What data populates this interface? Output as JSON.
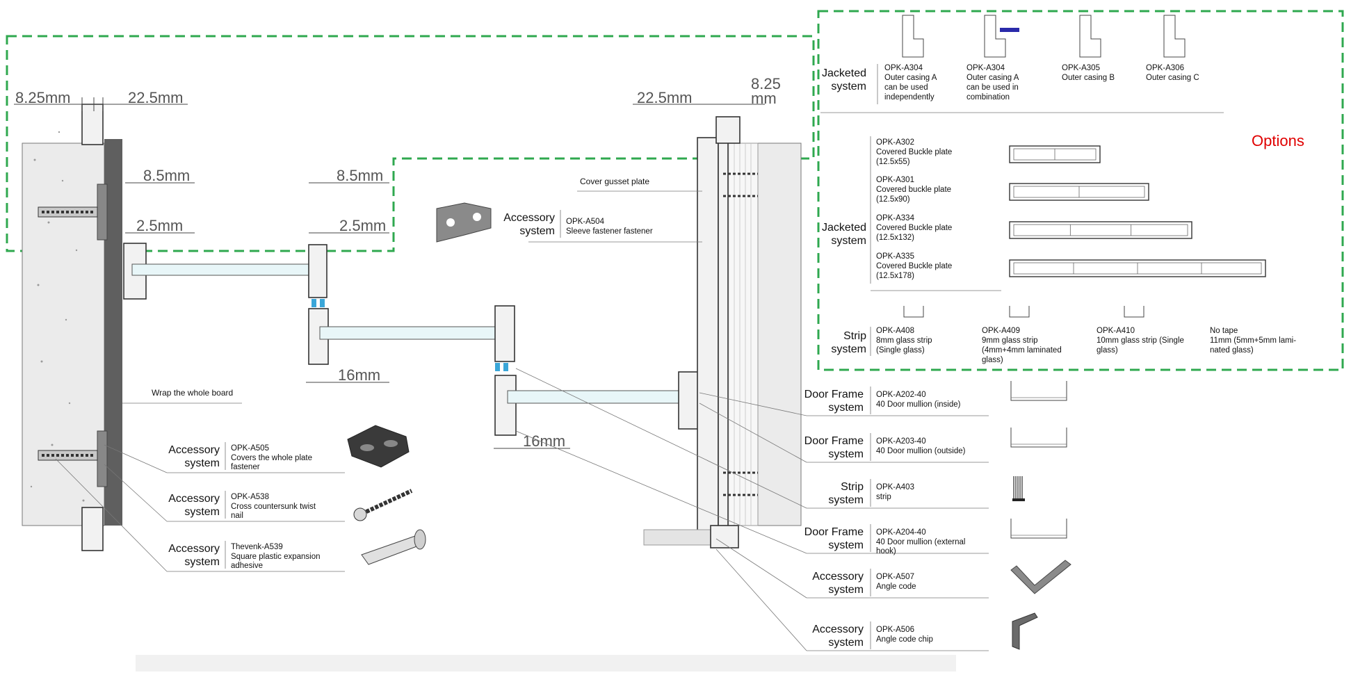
{
  "dimensions": {
    "left_825": "8.25mm",
    "left_225": "22.5mm",
    "left_85": "8.5mm",
    "left_25": "2.5mm",
    "mid_85": "8.5mm",
    "mid_25": "2.5mm",
    "mid_16a": "16mm",
    "mid_16b": "16mm",
    "right_225": "22.5mm",
    "right_825_l1": "8.25",
    "right_825_l2": "mm"
  },
  "labels": {
    "wrap_board": "Wrap the whole board",
    "cover_gusset": "Cover gusset plate",
    "options": "Options"
  },
  "accessory_a504": {
    "sys1": "Accessory",
    "sys2": "system",
    "code": "OPK-A504",
    "desc1": "Sleeve fastener fastener"
  },
  "left_callouts": [
    {
      "sys1": "Accessory",
      "sys2": "system",
      "code": "OPK-A505",
      "desc1": "Covers the whole plate",
      "desc2": "fastener"
    },
    {
      "sys1": "Accessory",
      "sys2": "system",
      "code": "OPK-A538",
      "desc1": "Cross countersunk twist",
      "desc2": "nail"
    },
    {
      "sys1": "Accessory",
      "sys2": "system",
      "code": "Thevenk-A539",
      "desc1": "Square plastic expansion",
      "desc2": "adhesive"
    }
  ],
  "right_callouts": [
    {
      "sys1": "Door Frame",
      "sys2": "system",
      "code": "OPK-A202-40",
      "desc1": "40 Door mullion (inside)",
      "desc2": "",
      "icon": "door-mullion-inside-icon"
    },
    {
      "sys1": "Door Frame",
      "sys2": "system",
      "code": "OPK-A203-40",
      "desc1": "40 Door mullion (outside)",
      "desc2": "",
      "icon": "door-mullion-outside-icon"
    },
    {
      "sys1": "Strip",
      "sys2": "system",
      "code": "OPK-A403",
      "desc1": "strip",
      "desc2": "",
      "icon": "strip-icon"
    },
    {
      "sys1": "Door Frame",
      "sys2": "system",
      "code": "OPK-A204-40",
      "desc1": "40 Door mullion (external",
      "desc2": "hook)",
      "icon": "external-hook-mullion-icon"
    },
    {
      "sys1": "Accessory",
      "sys2": "system",
      "code": "OPK-A507",
      "desc1": "Angle code",
      "desc2": "",
      "icon": "angle-code-icon"
    },
    {
      "sys1": "Accessory",
      "sys2": "system",
      "code": "OPK-A506",
      "desc1": "Angle code chip",
      "desc2": "",
      "icon": "angle-code-chip-icon"
    }
  ],
  "jacketed_top": {
    "sys1": "Jacketed",
    "sys2": "system",
    "items": [
      {
        "code": "OPK-A304",
        "d1": "Outer casing A",
        "d2": "can be used",
        "d3": "independently"
      },
      {
        "code": "OPK-A304",
        "d1": "Outer casing A",
        "d2": "can be used in",
        "d3": "combination"
      },
      {
        "code": "OPK-A305",
        "d1": "Outer casing B",
        "d2": "",
        "d3": ""
      },
      {
        "code": "OPK-A306",
        "d1": "Outer casing C",
        "d2": "",
        "d3": ""
      }
    ]
  },
  "jacketed_plates": {
    "sys1": "Jacketed",
    "sys2": "system",
    "items": [
      {
        "code": "OPK-A302",
        "d1": "Covered Buckle plate",
        "d2": "(12.5x55)"
      },
      {
        "code": "OPK-A301",
        "d1": "Covered buckle plate",
        "d2": "(12.5x90)"
      },
      {
        "code": "OPK-A334",
        "d1": "Covered Buckle plate",
        "d2": "(12.5x132)"
      },
      {
        "code": "OPK-A335",
        "d1": "Covered Buckle plate",
        "d2": "(12.5x178)"
      }
    ]
  },
  "strip_options": {
    "sys1": "Strip",
    "sys2": "system",
    "items": [
      {
        "code": "OPK-A408",
        "d1": "8mm glass strip",
        "d2": "(Single glass)",
        "d3": ""
      },
      {
        "code": "OPK-A409",
        "d1": "9mm glass strip",
        "d2": "(4mm+4mm laminated",
        "d3": "glass)"
      },
      {
        "code": "OPK-A410",
        "d1": "10mm glass strip (Single",
        "d2": "glass)",
        "d3": ""
      },
      {
        "code": "No tape",
        "d1": "11mm (5mm+5mm lami-",
        "d2": "nated glass)",
        "d3": ""
      }
    ]
  },
  "colors": {
    "options_red": "#e00000",
    "dash_green": "#2fa84f",
    "glass_blue": "#e8f6f8",
    "clip_blue": "#3aa6d8"
  }
}
